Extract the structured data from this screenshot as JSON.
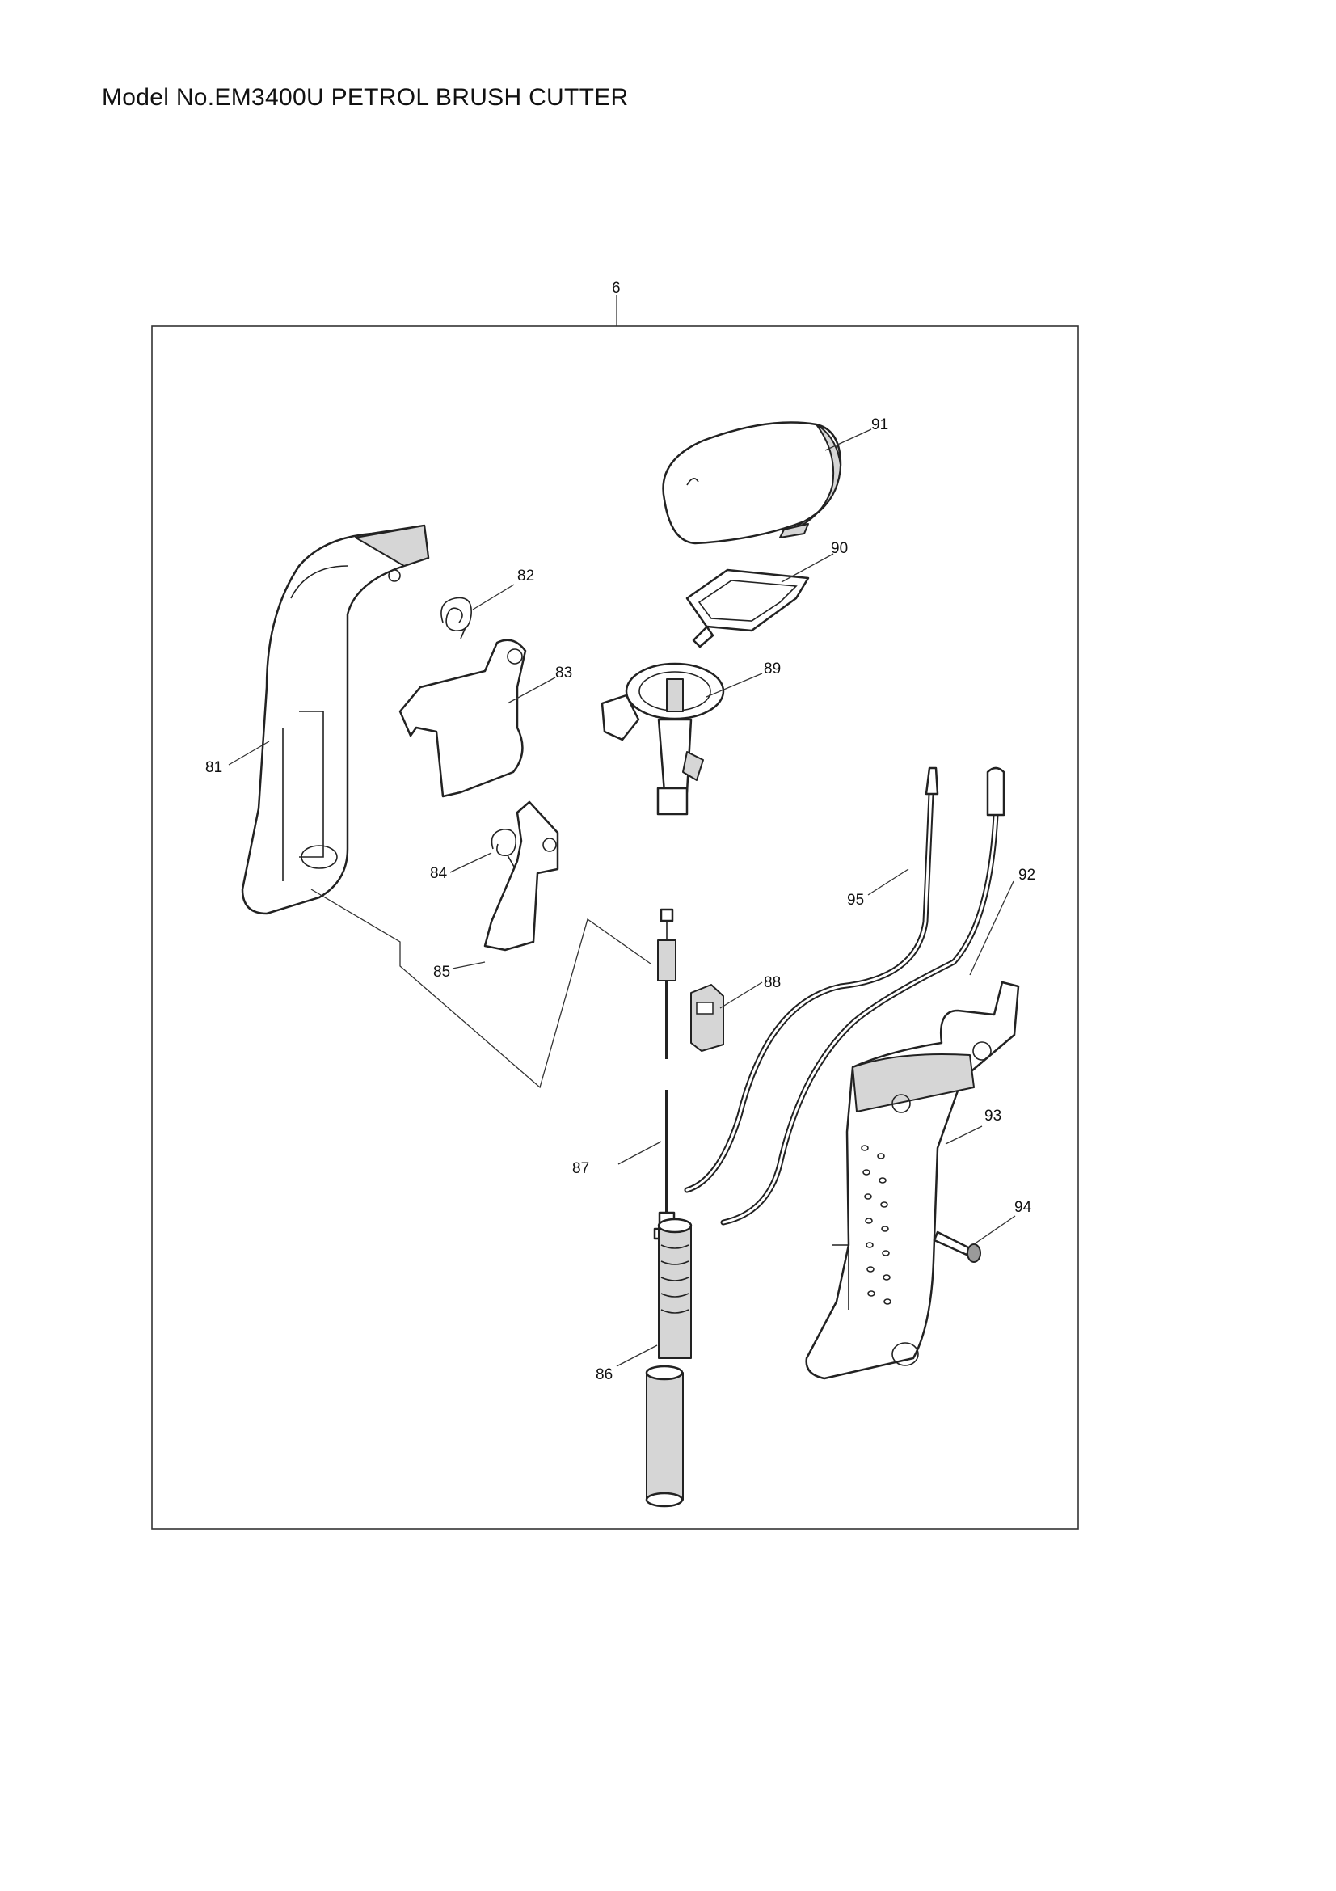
{
  "title": "Model No.EM3400U PETROL BRUSH CUTTER",
  "assembly_label": "6",
  "parts": {
    "p81": "81",
    "p82": "82",
    "p83": "83",
    "p84": "84",
    "p85": "85",
    "p86": "86",
    "p87": "87",
    "p88": "88",
    "p89": "89",
    "p90": "90",
    "p91": "91",
    "p92": "92",
    "p93": "93",
    "p94": "94",
    "p95": "95"
  }
}
